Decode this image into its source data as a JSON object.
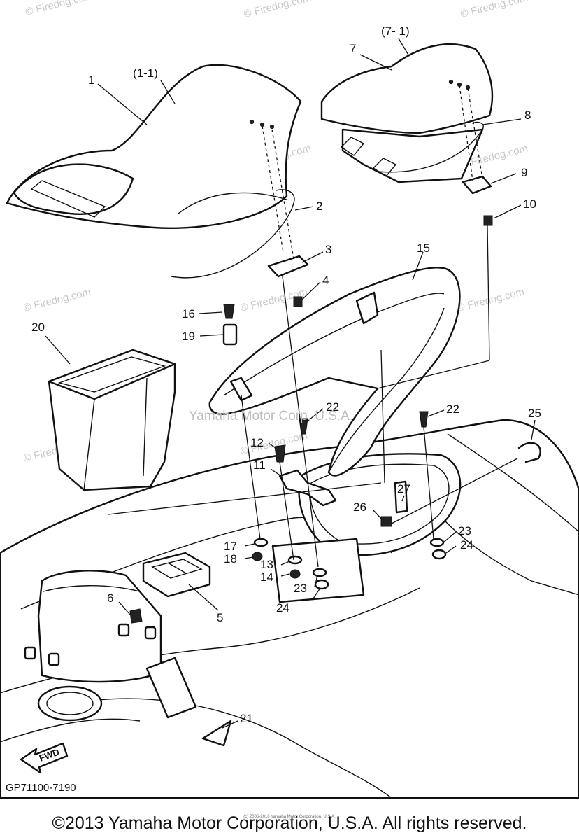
{
  "diagram": {
    "callouts": {
      "c1": "1",
      "c1_1": "(1-1)",
      "c2": "2",
      "c3": "3",
      "c4": "4",
      "c5": "5",
      "c6": "6",
      "c7": "7",
      "c7_1": "(7- 1)",
      "c8": "8",
      "c9": "9",
      "c10": "10",
      "c11": "11",
      "c12": "12",
      "c13": "13",
      "c14": "14",
      "c15": "15",
      "c16": "16",
      "c17": "17",
      "c18": "18",
      "c19": "19",
      "c20": "20",
      "c21": "21",
      "c22a": "22",
      "c22b": "22",
      "c23a": "23",
      "c23b": "23",
      "c24a": "24",
      "c24b": "24",
      "c25": "25",
      "c26": "26",
      "c27": "27"
    },
    "fwd_label": "FWD",
    "diagram_code": "GP71100-7190",
    "center_watermark": "Yamaha Motor Corp, U.S.A.",
    "watermark_text": "© Firedog.com"
  },
  "footer": {
    "copyright": "©2013 Yamaha Motor Corporation, U.S.A. All rights reserved.",
    "fine_print": "(c) 2006-2016 Yamaha Motor Corporation, U.S.A."
  }
}
